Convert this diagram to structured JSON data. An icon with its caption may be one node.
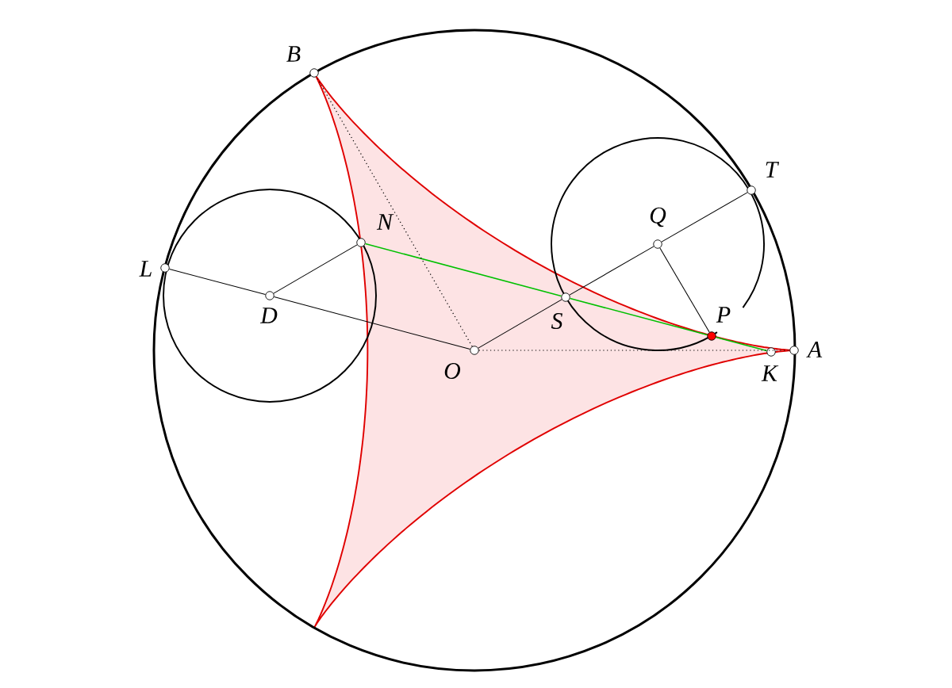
{
  "diagram": {
    "nodes": [
      {
        "text": [
          "B"
        ]
      },
      {
        "text": [
          "T"
        ]
      },
      {
        "text": [
          "Q"
        ]
      },
      {
        "text": [
          "N"
        ]
      },
      {
        "text": [
          "L"
        ]
      },
      {
        "text": [
          "D"
        ]
      },
      {
        "text": [
          "S"
        ]
      },
      {
        "text": [
          "P"
        ]
      },
      {
        "text": [
          "A"
        ]
      },
      {
        "text": [
          "O"
        ]
      },
      {
        "text": [
          "K"
        ]
      }
    ],
    "edges": [
      {
        "from": 4,
        "to": 5,
        "arrow": "none"
      },
      {
        "from": 5,
        "to": 9,
        "arrow": "none"
      },
      {
        "from": 5,
        "to": 3,
        "arrow": "none"
      },
      {
        "from": 9,
        "to": 6,
        "arrow": "none"
      },
      {
        "from": 6,
        "to": 2,
        "arrow": "none"
      },
      {
        "from": 2,
        "to": 1,
        "arrow": "none"
      },
      {
        "from": 2,
        "to": 7,
        "arrow": "none"
      },
      {
        "from": 3,
        "to": 6,
        "arrow": "none",
        "color": "#00c000"
      },
      {
        "from": 6,
        "to": 7,
        "arrow": "none",
        "color": "#00c000"
      },
      {
        "from": 7,
        "to": 10,
        "arrow": "none",
        "color": "#00c000"
      },
      {
        "from": 9,
        "to": 0,
        "arrow": "none",
        "style": "dashed"
      },
      {
        "from": 9,
        "to": 8,
        "arrow": "none",
        "style": "dashed"
      }
    ]
  }
}
